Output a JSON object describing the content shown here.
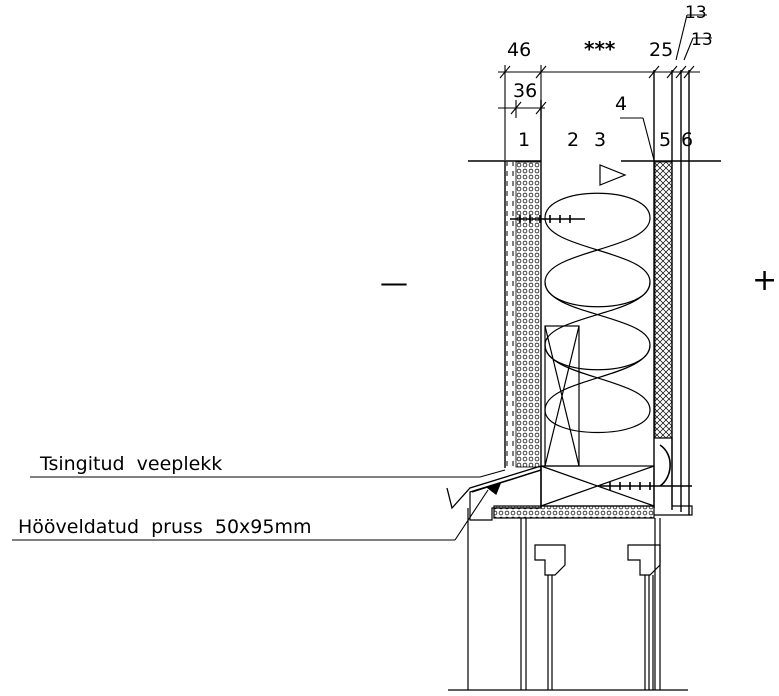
{
  "dimensions": {
    "d46": "46",
    "d36": "36",
    "dstars": "***",
    "d25": "25",
    "d13a": "13",
    "d13b": "13"
  },
  "layer_numbers": {
    "n1": "1",
    "n2": "2",
    "n3": "3",
    "n4": "4",
    "n5": "5",
    "n6": "6"
  },
  "signs": {
    "minus": "—",
    "plus": "+"
  },
  "callouts": {
    "flashing": "Tsingitud  veeplekk",
    "timber": "Hööveldatud  pruss  50x95mm"
  }
}
